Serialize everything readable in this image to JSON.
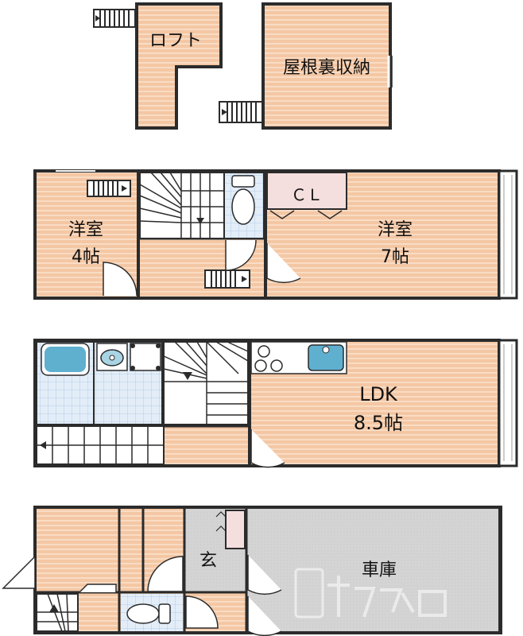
{
  "floors": {
    "loft": {
      "rooms": {
        "loft": "ロフト",
        "attic_storage": "屋根裏収納"
      }
    },
    "third": {
      "rooms": {
        "western_room_small": {
          "name": "洋室",
          "size": "4帖"
        },
        "closet": "ＣＬ",
        "western_room_large": {
          "name": "洋室",
          "size": "7帖"
        }
      }
    },
    "second": {
      "rooms": {
        "ldk": {
          "name": "LDK",
          "size": "8.5帖"
        }
      }
    },
    "first": {
      "rooms": {
        "entrance": "玄",
        "garage": "車庫"
      }
    }
  },
  "colors": {
    "wall": "#2b2b2b",
    "floor_wood": "#f4c7a4",
    "floor_wood_stripe": "#f9dcc4",
    "tile_blue": "#d7e6f5",
    "tile_grid": "#a9c3e3",
    "bath_blue": "#5fb0cf",
    "garage_gray": "#cfcfcf",
    "closet_pink": "#f5dede",
    "watermark": "#d4d4d4"
  },
  "icons": [
    "stairs-icon",
    "bathtub-icon",
    "washbasin-icon",
    "toilet-icon",
    "stove-icon",
    "sink-icon",
    "door-icon",
    "watermark-logo-icon"
  ]
}
